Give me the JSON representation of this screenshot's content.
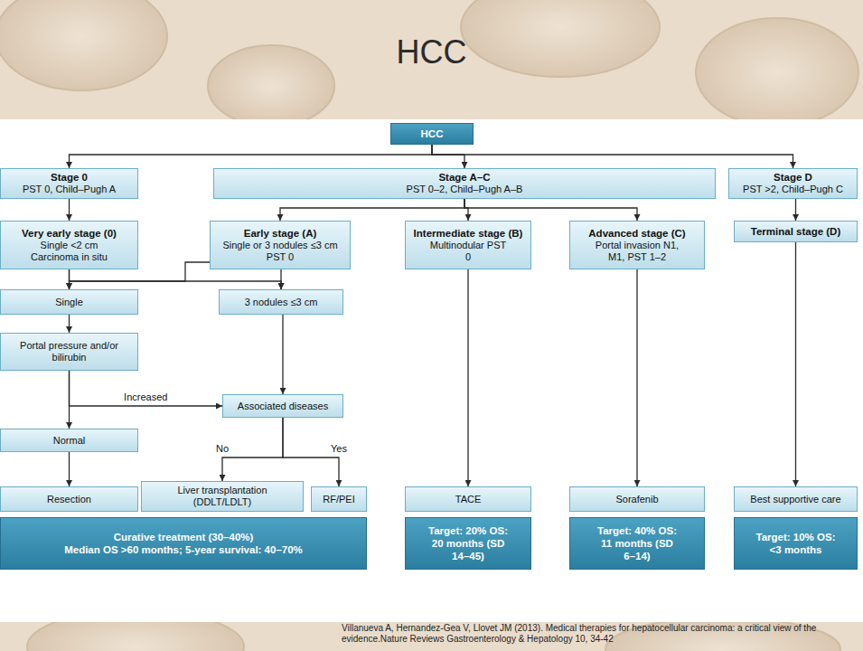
{
  "diagram": {
    "title": "HCC",
    "caption": "Villanueva A, Hernandez-Gea V, Llovet JM (2013). Medical therapies for hepatocellular carcinoma: a critical view of the evidence.Nature Reviews Gastroenterology & Hepatology 10, 34-42",
    "nodes": [
      {
        "text": [
          "HCC"
        ]
      },
      {
        "text": [
          "Stage 0",
          "PST 0, Child–Pugh A"
        ]
      },
      {
        "text": [
          "Stage A–C",
          "PST 0–2, Child–Pugh A–B"
        ]
      },
      {
        "text": [
          "Stage D",
          "PST >2, Child–Pugh C"
        ]
      },
      {
        "text": [
          "Very early stage (0)",
          "Single <2 cm Carcinoma in situ"
        ]
      },
      {
        "text": [
          "Early stage (A)",
          "Single or 3 nodules ≤3 cm PST 0"
        ]
      },
      {
        "text": [
          "Intermediate stage (B)",
          "Multinodular PST 0"
        ]
      },
      {
        "text": [
          "Advanced stage (C)",
          "Portal invasion N1, M1, PST 1–2"
        ]
      },
      {
        "text": [
          "Terminal stage (D)"
        ]
      },
      {
        "text": [
          "Single"
        ]
      },
      {
        "text": [
          "3 nodules ≤3 cm"
        ]
      },
      {
        "text": [
          "Portal pressure and/or bilirubin"
        ]
      },
      {
        "text": [
          "Associated diseases"
        ]
      },
      {
        "text": [
          "Normal"
        ]
      },
      {
        "text": [
          "Resection"
        ]
      },
      {
        "text": [
          "Liver transplantation (DDLT/LDLT)"
        ]
      },
      {
        "text": [
          "RF/PEI"
        ]
      },
      {
        "text": [
          "TACE"
        ]
      },
      {
        "text": [
          "Sorafenib"
        ]
      },
      {
        "text": [
          "Best supportive care"
        ]
      },
      {
        "text": [
          "Curative treatment (30–40%)",
          "Median OS >60 months; 5-year survival: 40–70%"
        ]
      },
      {
        "text": [
          "Target: 20% OS: 20 months (SD 14–45)"
        ]
      },
      {
        "text": [
          "Target: 40% OS: 11 months (SD 6–14)"
        ]
      },
      {
        "text": [
          "Target: 10% OS: <3 months"
        ]
      }
    ],
    "edges": [
      {
        "from": 0,
        "to": 1,
        "arrow": "to"
      },
      {
        "from": 0,
        "to": 2,
        "arrow": "to"
      },
      {
        "from": 0,
        "to": 3,
        "arrow": "to"
      },
      {
        "from": 1,
        "to": 4,
        "arrow": "to"
      },
      {
        "from": 2,
        "to": 5,
        "arrow": "to"
      },
      {
        "from": 2,
        "to": 6,
        "arrow": "to"
      },
      {
        "from": 2,
        "to": 7,
        "arrow": "to"
      },
      {
        "from": 3,
        "to": 8,
        "arrow": "to"
      },
      {
        "from": 4,
        "to": 9,
        "arrow": "to"
      },
      {
        "from": 4,
        "to": 10,
        "arrow": "to"
      },
      {
        "from": 5,
        "to": 9,
        "arrow": "to"
      },
      {
        "from": 5,
        "to": 10,
        "arrow": "to"
      },
      {
        "from": 9,
        "to": 11,
        "arrow": "to"
      },
      {
        "from": 11,
        "to": 13,
        "arrow": "to"
      },
      {
        "from": 11,
        "to": 12,
        "label": "Increased",
        "arrow": "to"
      },
      {
        "from": 10,
        "to": 12,
        "arrow": "to"
      },
      {
        "from": 12,
        "to": 15,
        "label": "No",
        "arrow": "to"
      },
      {
        "from": 12,
        "to": 16,
        "label": "Yes",
        "arrow": "to"
      },
      {
        "from": 13,
        "to": 14,
        "arrow": "to"
      },
      {
        "from": 6,
        "to": 17,
        "arrow": "to"
      },
      {
        "from": 7,
        "to": 18,
        "arrow": "to"
      },
      {
        "from": 8,
        "to": 19,
        "arrow": "to"
      }
    ]
  }
}
